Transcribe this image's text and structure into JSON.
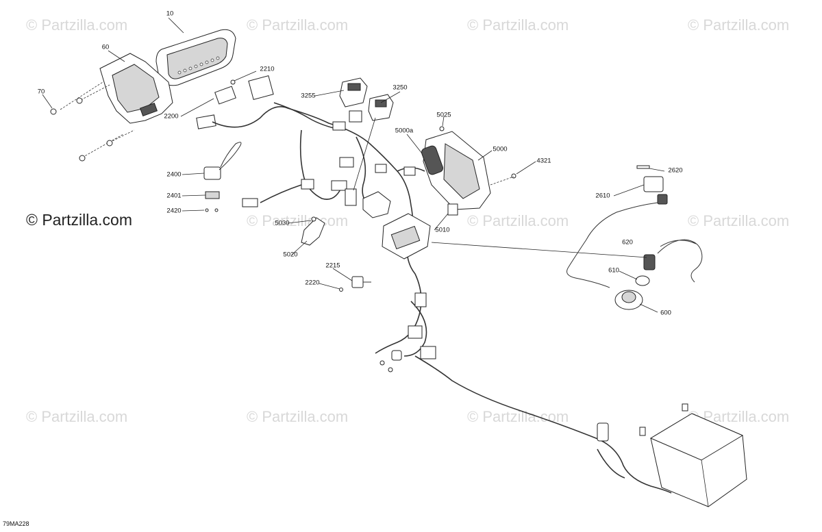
{
  "watermarks": [
    "© Partzilla.com",
    "© Partzilla.com",
    "© Partzilla.com",
    "© Partzilla.com",
    "© Partzilla.com",
    "© Partzilla.com",
    "© Partzilla.com",
    "© Partzilla.com",
    "© Partzilla.com",
    "© Partzilla.com",
    "© Partzilla.com"
  ],
  "brand_text": "© Partzilla.com",
  "diagram_code": "79MA228",
  "callouts": [
    {
      "id": "10",
      "label": "10"
    },
    {
      "id": "60",
      "label": "60"
    },
    {
      "id": "70",
      "label": "70"
    },
    {
      "id": "2210",
      "label": "2210"
    },
    {
      "id": "2200",
      "label": "2200"
    },
    {
      "id": "3255",
      "label": "3255"
    },
    {
      "id": "3250",
      "label": "3250"
    },
    {
      "id": "5025",
      "label": "5025"
    },
    {
      "id": "5000a",
      "label": "5000a"
    },
    {
      "id": "5000",
      "label": "5000"
    },
    {
      "id": "4321",
      "label": "4321"
    },
    {
      "id": "2620",
      "label": "2620"
    },
    {
      "id": "2610",
      "label": "2610"
    },
    {
      "id": "2400",
      "label": "2400"
    },
    {
      "id": "2401",
      "label": "2401"
    },
    {
      "id": "2420",
      "label": "2420"
    },
    {
      "id": "5030",
      "label": "5030"
    },
    {
      "id": "5010",
      "label": "5010"
    },
    {
      "id": "5020",
      "label": "5020"
    },
    {
      "id": "620",
      "label": "620"
    },
    {
      "id": "610",
      "label": "610"
    },
    {
      "id": "600",
      "label": "600"
    },
    {
      "id": "2215",
      "label": "2215"
    },
    {
      "id": "2220",
      "label": "2220"
    }
  ]
}
